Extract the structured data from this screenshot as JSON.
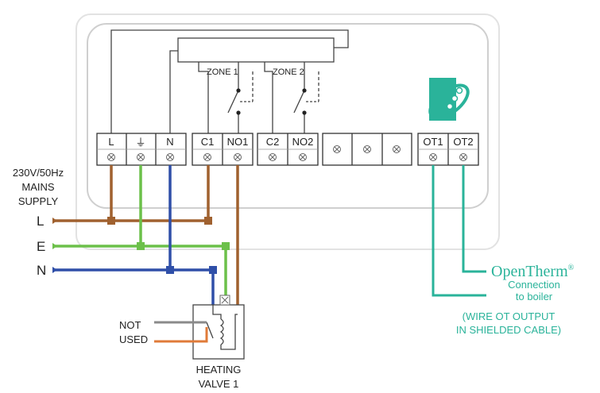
{
  "zones": [
    "ZONE 1",
    "ZONE 2"
  ],
  "terminals": {
    "l": "L",
    "earth": "⏚",
    "n": "N",
    "c1": "C1",
    "no1": "NO1",
    "c2": "C2",
    "no2": "NO2",
    "ot1": "OT1",
    "ot2": "OT2"
  },
  "mains": {
    "line1": "230V/50Hz",
    "line2": "MAINS",
    "line3": "SUPPLY",
    "L": "L",
    "E": "E",
    "N": "N"
  },
  "valve": {
    "not_used_1": "NOT",
    "not_used_2": "USED",
    "name_1": "HEATING",
    "name_2": "VALVE 1"
  },
  "opentherm": {
    "brand": "OpenTherm",
    "reg": "®",
    "conn_1": "Connection",
    "conn_2": "to boiler",
    "note_1": "(WIRE OT OUTPUT",
    "note_2": "IN SHIELDED CABLE)"
  },
  "colors": {
    "live": "#a0612f",
    "earth": "#6cc04a",
    "neutral": "#2f4fa8",
    "opentherm": "#2ab39a",
    "not_used_grey": "#8a8a8a",
    "not_used_orange": "#e07b39"
  }
}
